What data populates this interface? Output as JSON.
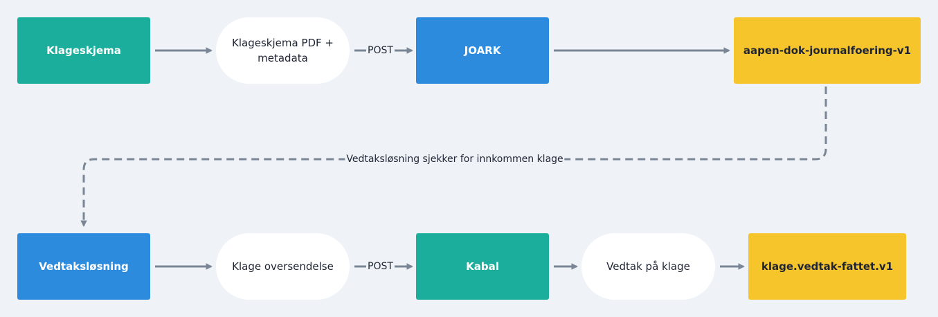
{
  "colors": {
    "teal": "#1cae9c",
    "blue": "#2d8bde",
    "yellow": "#f6c42b",
    "connector": "#7a8695",
    "background": "#eff3f7"
  },
  "nodes": {
    "klageskjema": "Klageskjema",
    "pdf_metadata_line1": "Klageskjema PDF +",
    "pdf_metadata_line2": "metadata",
    "joark": "JOARK",
    "journal_topic": "aapen-dok-journalfoering-v1",
    "vedtakslosning": "Vedtaksløsning",
    "klage_oversendelse": "Klage oversendelse",
    "kabal": "Kabal",
    "vedtak_pa_klage": "Vedtak på klage",
    "vedtak_topic": "klage.vedtak-fattet.v1"
  },
  "edge_labels": {
    "post_top": "POST",
    "post_bottom": "POST",
    "loop_back": "Vedtaksløsning sjekker for innkommen klage"
  }
}
